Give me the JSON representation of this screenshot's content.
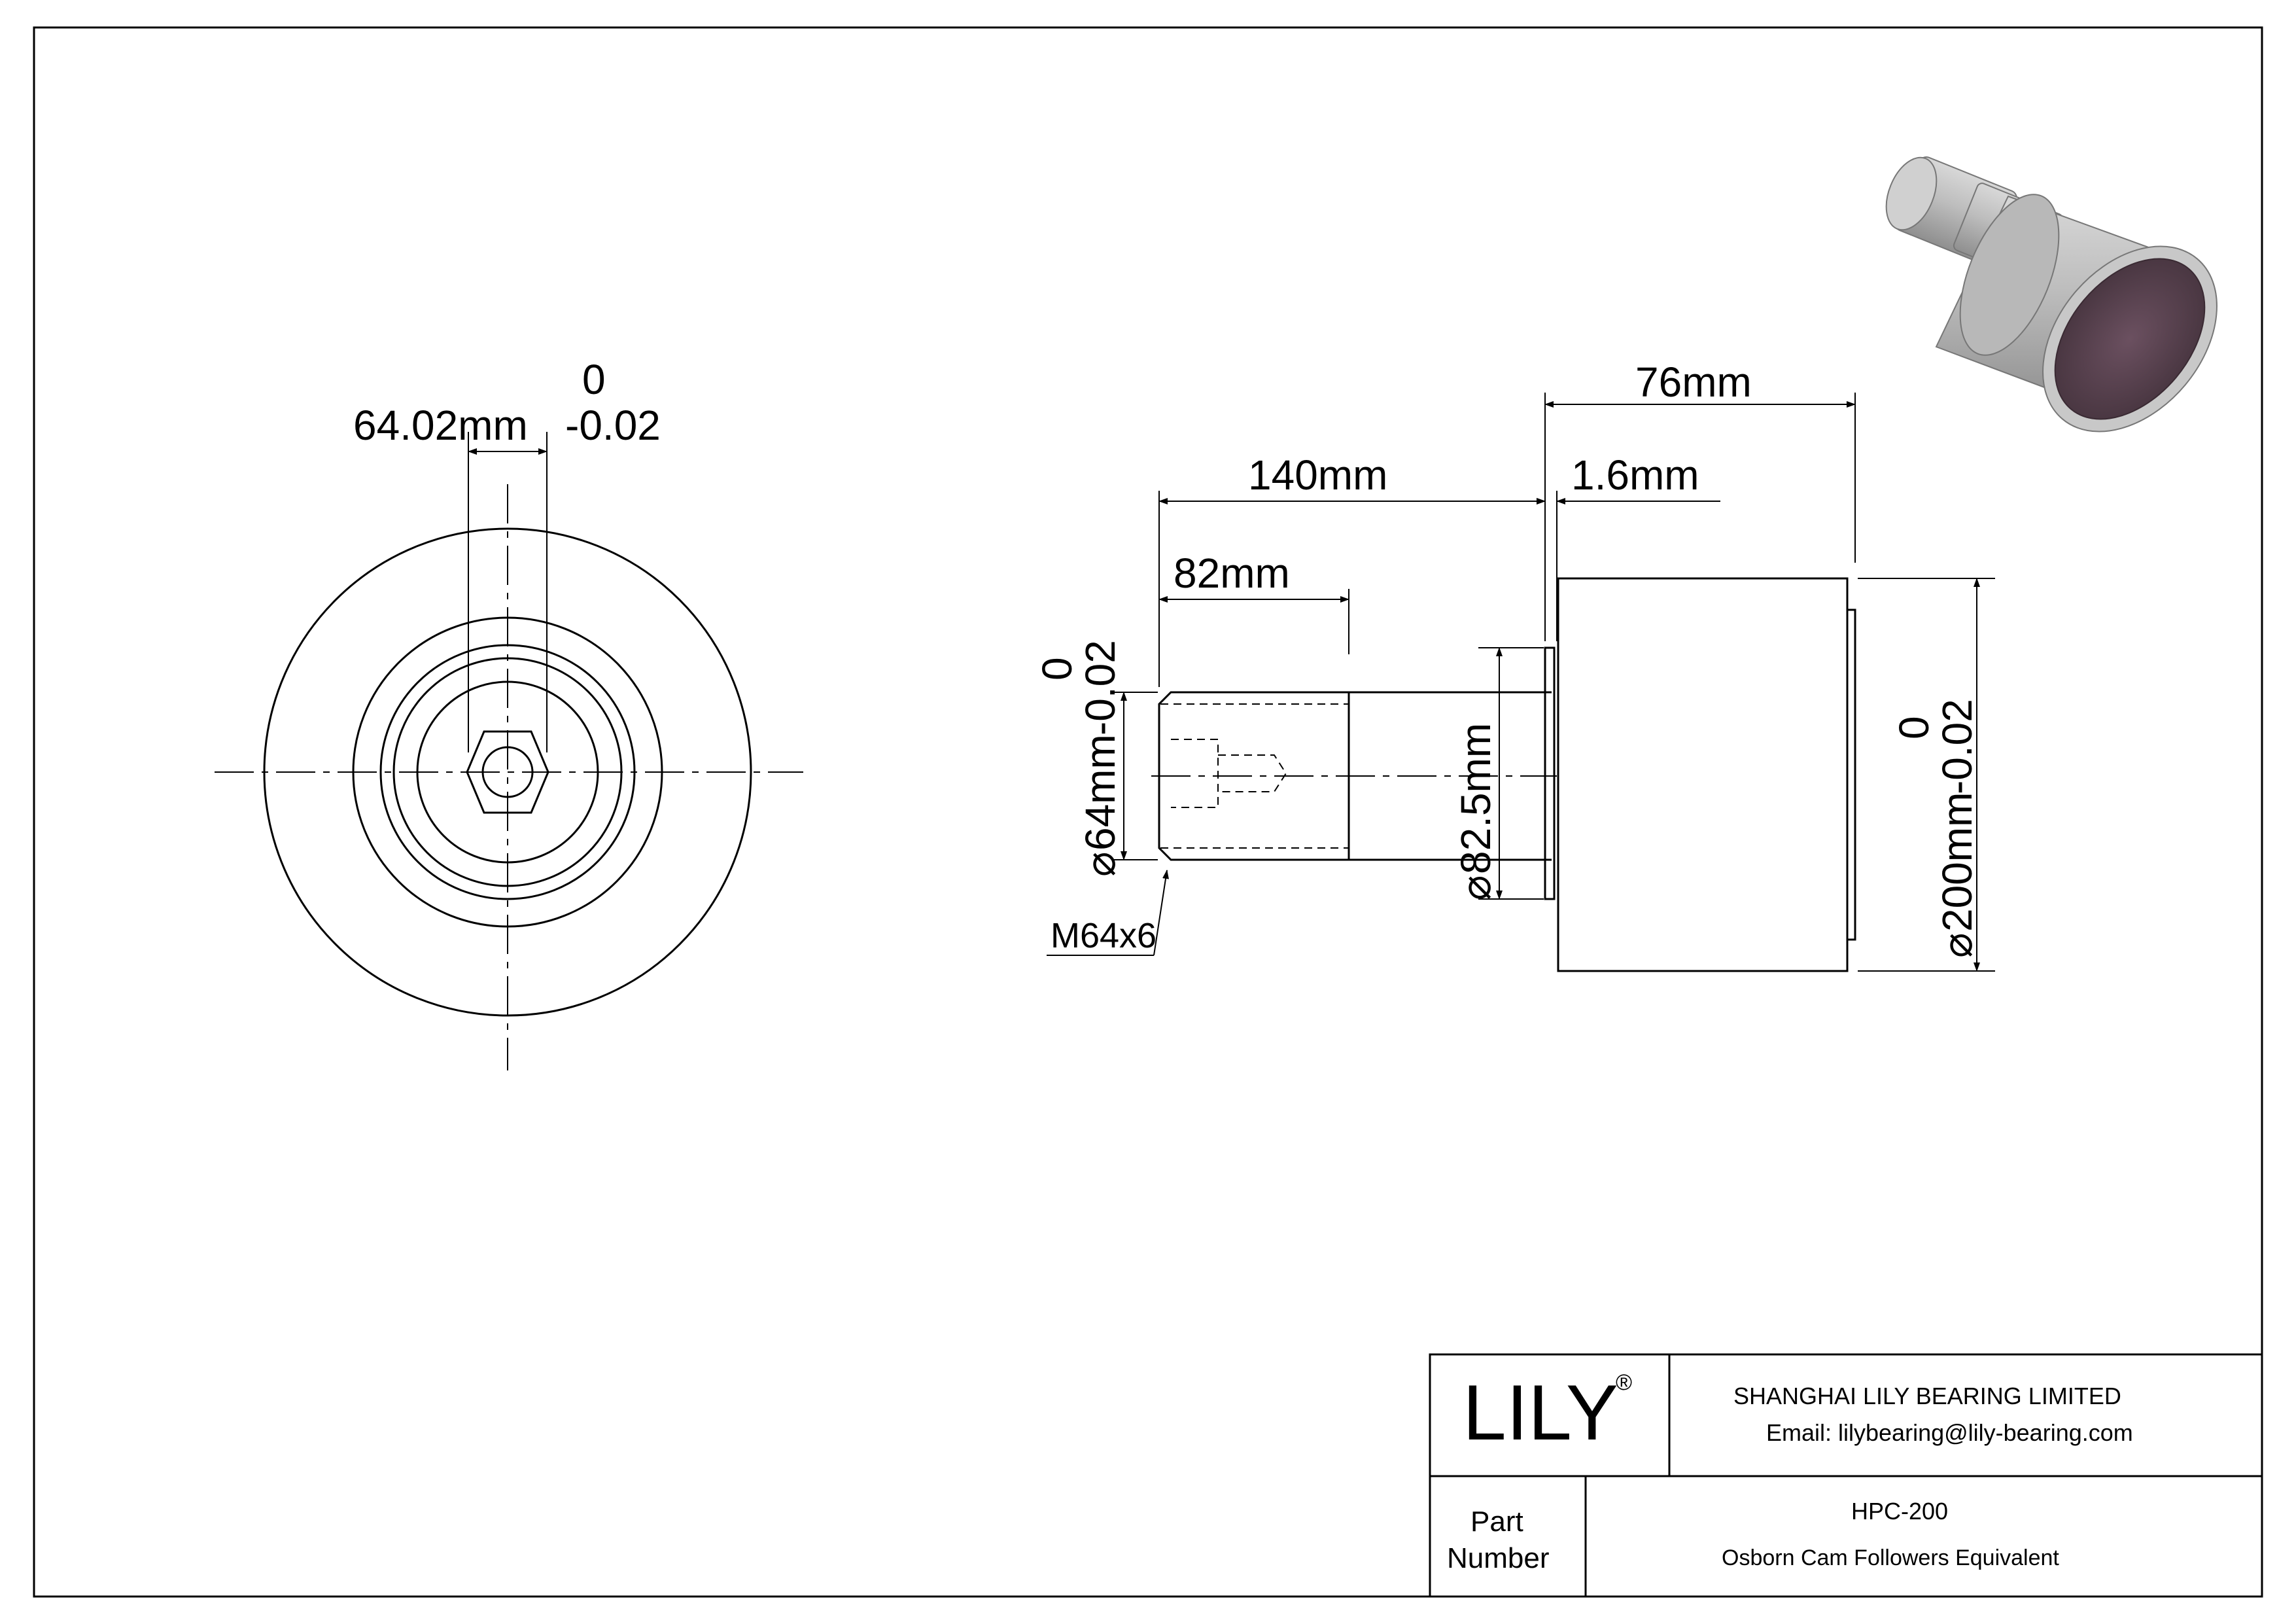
{
  "front_view": {
    "dim_width_value": "64.02mm",
    "dim_width_tol_upper": "0",
    "dim_width_tol_lower": "-0.02"
  },
  "side_view": {
    "dim_overall_length": "140mm",
    "dim_roller_width": "76mm",
    "dim_flange_thickness": "1.6mm",
    "dim_thread_length": "82mm",
    "dim_stud_dia_value": "64mm",
    "dim_stud_dia_tol_upper": "0",
    "dim_stud_dia_tol_lower": "-0.02",
    "dim_flange_dia": "82.5mm",
    "dim_roller_dia_value": "200mm",
    "dim_roller_dia_tol_upper": "0",
    "dim_roller_dia_tol_lower": "-0.02",
    "thread_callout": "M64x6",
    "diameter_symbol": "⌀"
  },
  "title_block": {
    "logo_text": "LILY",
    "registered_mark": "®",
    "company_name": "SHANGHAI LILY BEARING LIMITED",
    "email": "Email: lilybearing@lily-bearing.com",
    "part_label_line1": "Part",
    "part_label_line2": "Number",
    "part_number": "HPC-200",
    "part_description": "Osborn Cam Followers Equivalent"
  },
  "colors": {
    "line": "#000000",
    "render_body": "#bdbdbd",
    "render_face": "#6b5060"
  }
}
